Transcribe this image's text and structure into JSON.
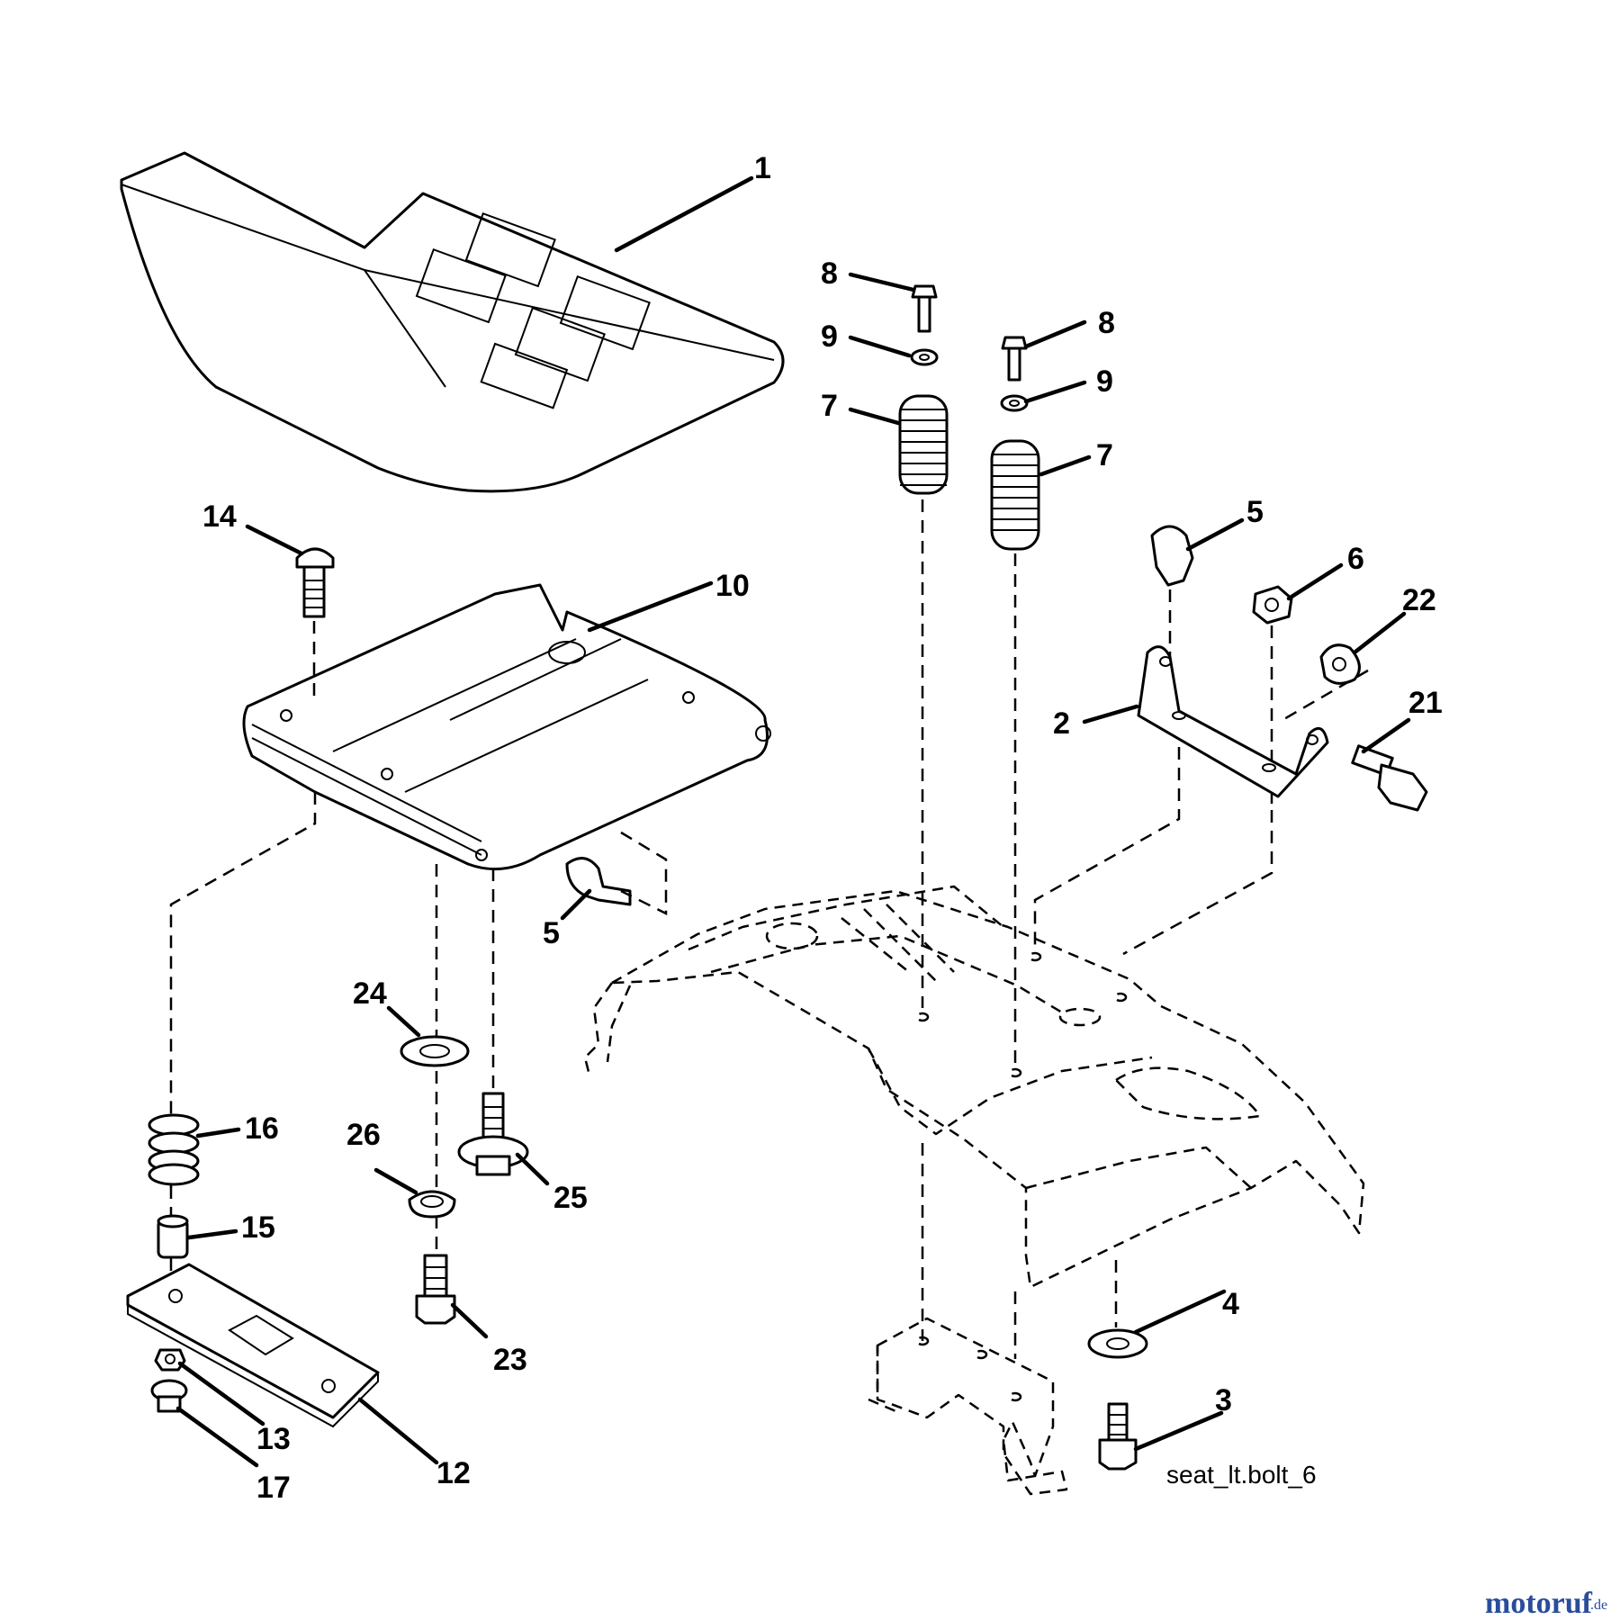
{
  "callouts": {
    "c1": "1",
    "c2": "2",
    "c3": "3",
    "c4": "4",
    "c5a": "5",
    "c5b": "5",
    "c6": "6",
    "c7a": "7",
    "c7b": "7",
    "c8a": "8",
    "c8b": "8",
    "c9a": "9",
    "c9b": "9",
    "c10": "10",
    "c12": "12",
    "c13": "13",
    "c14": "14",
    "c15": "15",
    "c16": "16",
    "c17": "17",
    "c21": "21",
    "c22": "22",
    "c23": "23",
    "c24": "24",
    "c25": "25",
    "c26": "26"
  },
  "reference": "seat_lt.bolt_6",
  "watermark": {
    "brand": "motoruf",
    "tld": ".de"
  }
}
